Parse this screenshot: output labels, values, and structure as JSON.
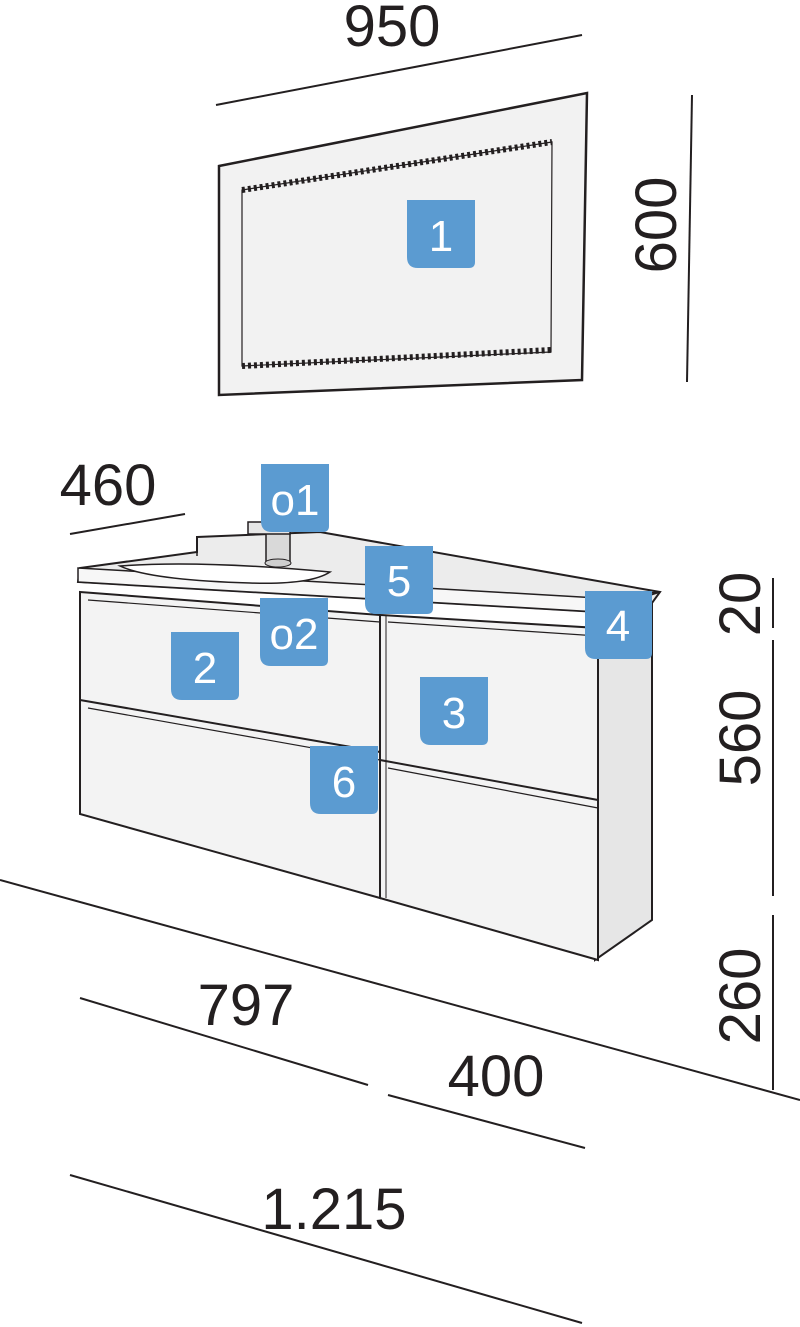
{
  "dimensions": {
    "mirror_width": "950",
    "mirror_height": "600",
    "cabinet_depth": "460",
    "top_thickness": "20",
    "cabinet_height": "560",
    "wall_gap": "260",
    "left_module_width": "797",
    "right_module_width": "400",
    "total_width": "1.215"
  },
  "tags": {
    "mirror": "1",
    "left_drawers": "2",
    "right_drawers": "3",
    "side_panel": "4",
    "countertop": "5",
    "handle": "6",
    "faucet": "o1",
    "basin": "o2"
  },
  "colors": {
    "tag_fill": "#5b9bd1",
    "outline": "#231f20",
    "cabinet_face": "#f3f3f3",
    "cabinet_side": "#e6e6e6",
    "mirror_face": "#f2f2f2"
  }
}
